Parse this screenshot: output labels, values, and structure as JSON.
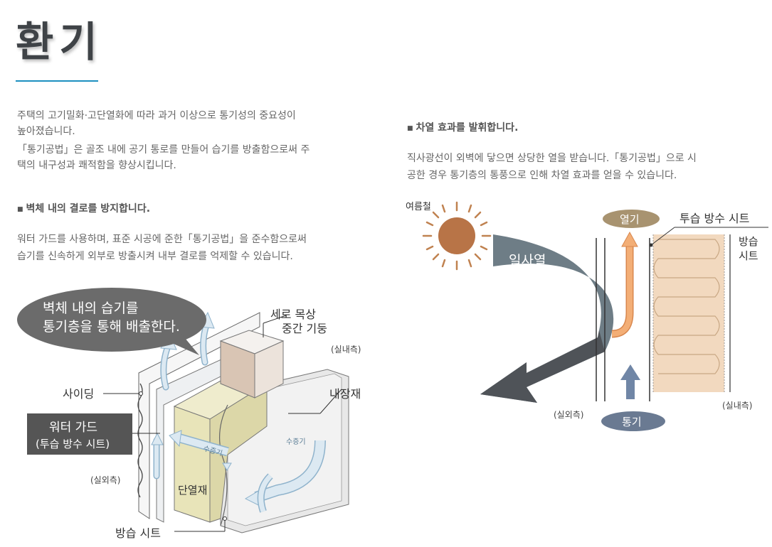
{
  "page": {
    "title": "환기"
  },
  "left": {
    "intro_lines": [
      "주택의 고기밀화·고단열화에 따라 과거 이상으로 통기성의 중요성이",
      "높아졌습니다.",
      "「통기공법」은 골조 내에 공기 통로를 만들어 습기를 방출함으로써 주",
      "택의 내구성과 쾌적함을 향상시킵니다."
    ],
    "heading": "벽체 내의 결로를 방지합니다.",
    "body_lines": [
      "워터 가드를 사용하며, 표준 시공에 준한「통기공법」을 준수함으로써",
      "습기를 신속하게 외부로 방출시켜 내부 결로를 억제할 수 있습니다."
    ],
    "figure": {
      "bubble_line1": "벽체 내의 습기를",
      "bubble_line2": "통기층을 통해 배출한다.",
      "stud_line1": "세로 목상",
      "stud_line2": "중간 기둥",
      "indoor": "(실내측)",
      "siding": "사이딩",
      "interior": "내장재",
      "wg_line1": "워터 가드",
      "wg_line2": "(투습 방수 시트)",
      "vapor1": "수증기",
      "vapor2": "수증기",
      "outdoor": "(실외측)",
      "insulation": "단열재",
      "vapor_sheet": "방습 시트"
    }
  },
  "right": {
    "heading": "차열 효과를 발휘합니다.",
    "body_lines": [
      "직사광선이 외벽에 닿으면 상당한 열을 받습니다.「통기공법」으로 시",
      "공한 경우 통기층의 통풍으로 인해 차열 효과를 얻을 수 있습니다."
    ],
    "figure": {
      "summer": "여름철",
      "solar": "일사열",
      "heat": "열기",
      "breathable": "투습 방수 시트",
      "vapor_line1": "방습",
      "vapor_line2": "시트",
      "outdoor": "(실외측)",
      "ventilation": "통기",
      "indoor": "(실내측)"
    }
  },
  "colors": {
    "accent_rule": "#1c8fc0",
    "sun": "#b87447",
    "heat_pill": "#a89370",
    "vent_pill": "#6a7a92",
    "solar_arrow": "#6e7d86",
    "insulation": "#f2d9bf",
    "bubble": "#6b6b6b",
    "water_guard_box": "#555555"
  }
}
